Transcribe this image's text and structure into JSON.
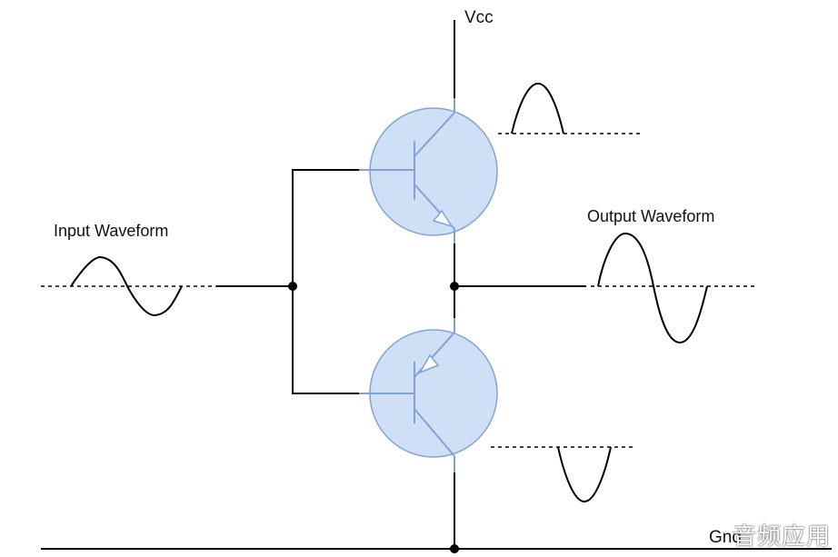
{
  "labels": {
    "vcc": "Vcc",
    "input": "Input Waveform",
    "output": "Output Waveform",
    "gnd": "Gnd"
  },
  "watermark": "音频应用",
  "colors": {
    "wire": "#000000",
    "transistor_fill": "#cfe0f6",
    "transistor_stroke": "#7fa3d6"
  }
}
